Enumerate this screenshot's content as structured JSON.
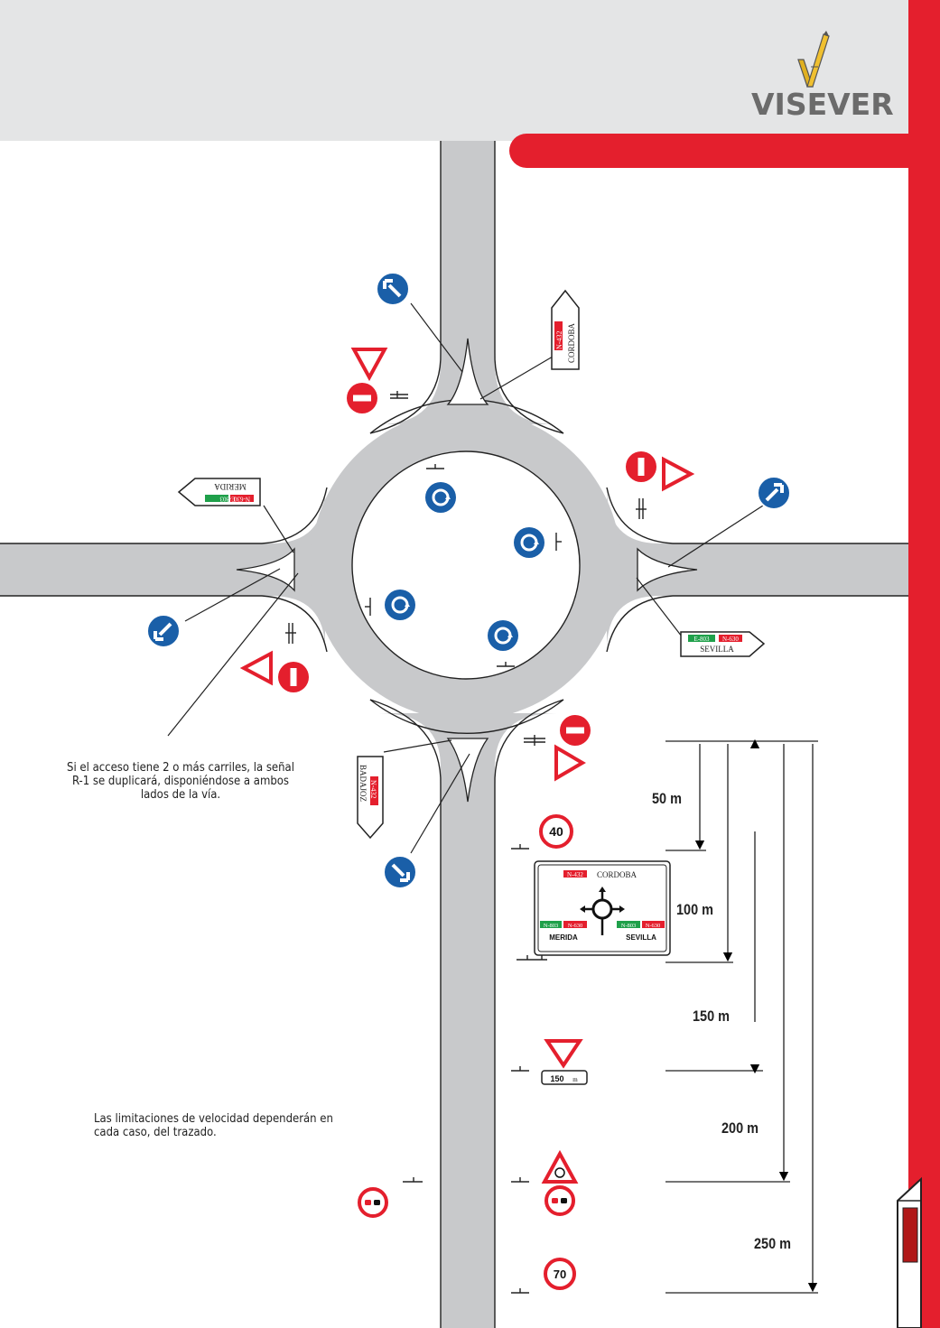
{
  "brand": {
    "name_prefix": "V",
    "name_accent": "I",
    "name_suffix": "SEVER",
    "accent_color": "#e41f2d",
    "gray": "#6b6b6b"
  },
  "colors": {
    "road": "#c8c9cb",
    "sign_blue": "#1a5fa8",
    "sign_red": "#e41f2d",
    "green": "#1fa04a"
  },
  "direction_signs": {
    "north": {
      "code": "N-432",
      "city": "CORDOBA"
    },
    "west": {
      "code1": "E-803",
      "code2": "N-630",
      "city": "MERIDA"
    },
    "east": {
      "code1": "E-803",
      "code2": "N-630",
      "city": "SEVILLA"
    },
    "south": {
      "code": "N-432",
      "city": "BADAJOZ"
    }
  },
  "panel": {
    "top_code": "N-432",
    "top_city": "CORDOBA",
    "left_code1": "N-803",
    "left_code2": "N-630",
    "left_city": "MERIDA",
    "right_code1": "N-803",
    "right_code2": "N-630",
    "right_city": "SEVILLA"
  },
  "speed_40": "40",
  "speed_70": "70",
  "plate": {
    "value": "150",
    "unit": "m"
  },
  "distances": [
    "50 m",
    "100 m",
    "150 m",
    "200 m",
    "250 m"
  ],
  "notes": {
    "r1": "Si el acceso tiene 2 o más carriles, la señal R-1 se duplicará, disponiéndose a ambos lados de la vía.",
    "speed": "Las limitaciones de velocidad dependerán en cada caso, del trazado."
  }
}
